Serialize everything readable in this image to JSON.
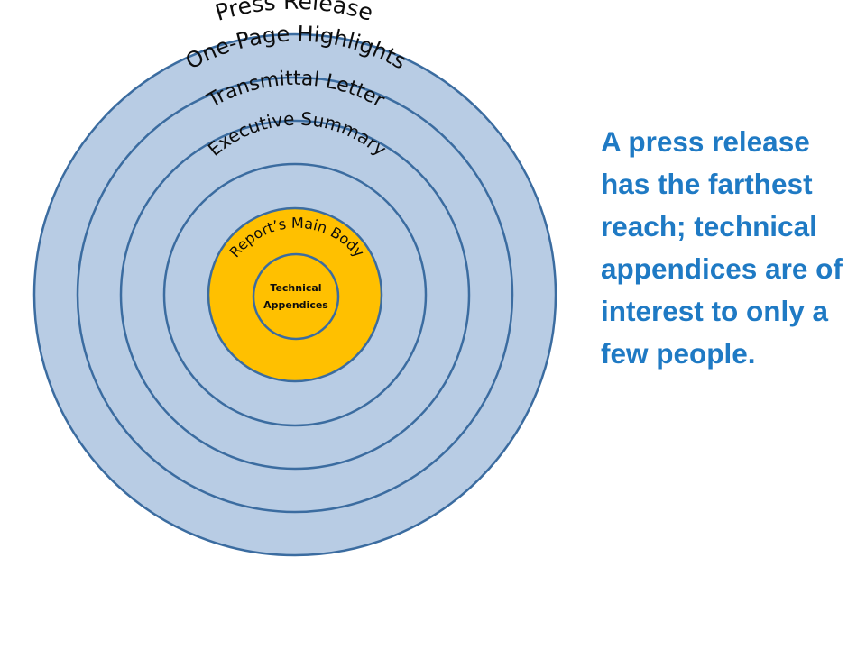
{
  "diagram": {
    "rings": [
      {
        "label": "Press Release",
        "fill": "#b8cce4"
      },
      {
        "label": "One-Page Highlights",
        "fill": "#b8cce4"
      },
      {
        "label": "Transmittal Letter",
        "fill": "#b8cce4"
      },
      {
        "label": "Executive Summary",
        "fill": "#b8cce4"
      },
      {
        "label": "Report’s Main Body",
        "fill": "#ffc000"
      }
    ],
    "center": {
      "line1": "Technical",
      "line2": "Appendices",
      "fill": "#ffc000"
    },
    "stroke_color": "#3b6ca0"
  },
  "caption": {
    "text": "A press release has the farthest reach; technical appendices are of interest to only a few people.",
    "color": "#1f7ac4"
  }
}
